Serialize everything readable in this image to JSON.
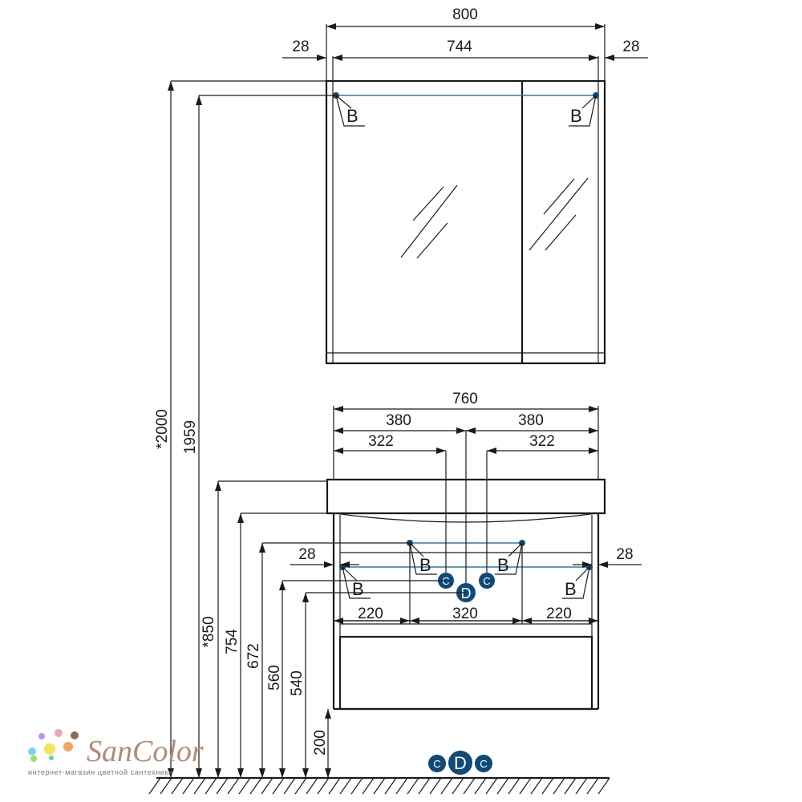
{
  "dimensions": {
    "mirror_total_width": "800",
    "mirror_inner_width": "744",
    "mirror_side_left": "28",
    "mirror_side_right": "28",
    "height_total": "*2000",
    "height_mirror_light": "1959",
    "vanity_width": "760",
    "vanity_half_left": "380",
    "vanity_half_right": "380",
    "vanity_offset_left": "322",
    "vanity_offset_right": "322",
    "vanity_side_left": "28",
    "vanity_side_right": "28",
    "height_sink": "*850",
    "height_754": "754",
    "height_672": "672",
    "height_560": "560",
    "height_540": "540",
    "height_legs": "200",
    "bottom_left": "220",
    "bottom_middle": "320",
    "bottom_right": "220"
  },
  "markers": {
    "b": "B",
    "c": "C",
    "d": "D"
  },
  "brand": {
    "name": "SanColor",
    "tagline": "интернет-магазин цветной сантехники"
  },
  "colors": {
    "line": "#1a1a1a",
    "marker_fill": "#0e4a7a",
    "rail": "#2c7f96"
  }
}
